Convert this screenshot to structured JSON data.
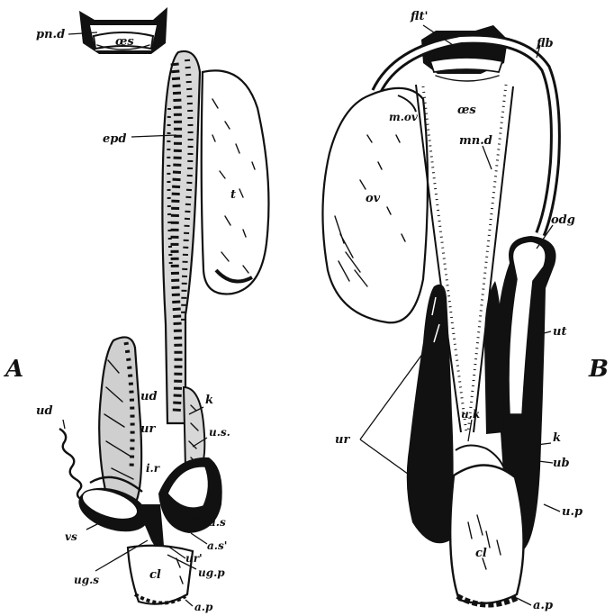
{
  "figure": {
    "panel_a": {
      "letter": "A",
      "labels": {
        "pnd": "pn.d",
        "os": "œs",
        "epd": "epd",
        "t": "t",
        "ud": "ud",
        "ur": "ur",
        "k": "k",
        "us": "u.s.",
        "ir": "i.r",
        "vs": "vs",
        "ugs": "ug.s",
        "as": "a.s",
        "as2": "a.s'",
        "ur2": "ur'",
        "ugp": "ug.p",
        "cl": "cl",
        "ap": "a.p"
      }
    },
    "panel_b": {
      "letter": "B",
      "labels": {
        "flt": "flt'",
        "flb": "flb",
        "os": "œs",
        "mnd": "mn.d",
        "ov": "ov",
        "ovs": "m.ov",
        "odg": "odg",
        "ut": "ut",
        "ur": "ur",
        "uk": "u.k",
        "k": "k",
        "ub": "ub",
        "up": "u.p",
        "cl": "cl",
        "ap": "a.p"
      }
    }
  }
}
